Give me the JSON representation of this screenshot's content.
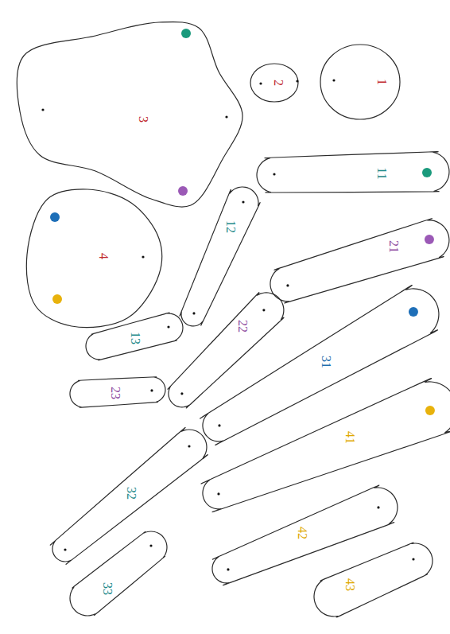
{
  "diagram": {
    "nodes": [
      {
        "text": [
          "3"
        ]
      },
      {
        "text": [
          "2"
        ]
      },
      {
        "text": [
          "1"
        ]
      },
      {
        "text": [
          "11"
        ]
      },
      {
        "text": [
          "4"
        ]
      },
      {
        "text": [
          "12"
        ]
      },
      {
        "text": [
          "21"
        ]
      },
      {
        "text": [
          "13"
        ]
      },
      {
        "text": [
          "22"
        ]
      },
      {
        "text": [
          "31"
        ]
      },
      {
        "text": [
          "23"
        ]
      },
      {
        "text": [
          "41"
        ]
      },
      {
        "text": [
          "32"
        ]
      },
      {
        "text": [
          "42"
        ]
      },
      {
        "text": [
          "33"
        ]
      },
      {
        "text": [
          "43"
        ]
      }
    ]
  }
}
